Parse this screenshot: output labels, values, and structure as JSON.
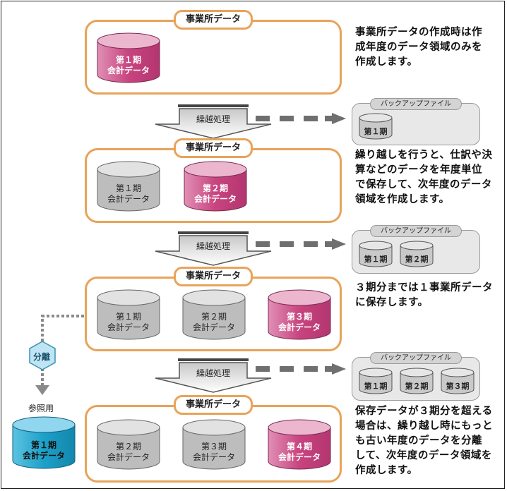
{
  "colors": {
    "box_border": "#e8a35a",
    "pink": "#c8447f",
    "gray": "#b9b9b9",
    "blue": "#1da0c8",
    "backup_bg": "#e8e8e8"
  },
  "stages": [
    {
      "title": "事業所データ",
      "dbs": [
        {
          "l1": "第１期",
          "l2": "会計データ",
          "color": "pink"
        }
      ],
      "desc": [
        "事業所データの作成時は作",
        "成年度のデータ領域のみを",
        "作成します。"
      ]
    },
    {
      "title": "事業所データ",
      "dbs": [
        {
          "l1": "第１期",
          "l2": "会計データ",
          "color": "gray"
        },
        {
          "l1": "第２期",
          "l2": "会計データ",
          "color": "pink"
        }
      ],
      "desc": [
        "繰り越しを行うと、仕訳や決",
        "算などのデータを年度単位",
        "で保存して、次年度のデータ",
        "領域を作成します。"
      ]
    },
    {
      "title": "事業所データ",
      "dbs": [
        {
          "l1": "第１期",
          "l2": "会計データ",
          "color": "gray"
        },
        {
          "l1": "第２期",
          "l2": "会計データ",
          "color": "gray"
        },
        {
          "l1": "第３期",
          "l2": "会計データ",
          "color": "pink"
        }
      ],
      "desc": [
        "３期分までは１事業所データ",
        "に保存します。"
      ]
    },
    {
      "title": "事業所データ",
      "dbs": [
        {
          "l1": "第２期",
          "l2": "会計データ",
          "color": "gray"
        },
        {
          "l1": "第３期",
          "l2": "会計データ",
          "color": "gray"
        },
        {
          "l1": "第４期",
          "l2": "会計データ",
          "color": "pink"
        }
      ],
      "desc": [
        "保存データが３期分を超える",
        "場合は、繰り越し時にもっと",
        "も古い年度のデータを分離",
        "して、次年度のデータ領域を",
        "作成します。"
      ]
    }
  ],
  "carryover": [
    {
      "label": "繰越処理"
    },
    {
      "label": "繰越処理"
    },
    {
      "label": "繰越処理"
    }
  ],
  "backups": [
    {
      "title": "バックアップファイル",
      "items": [
        "第１期"
      ]
    },
    {
      "title": "バックアップファイル",
      "items": [
        "第１期",
        "第２期"
      ]
    },
    {
      "title": "バックアップファイル",
      "items": [
        "第１期",
        "第２期",
        "第３期"
      ]
    }
  ],
  "separated": {
    "action": "分離",
    "purpose": "参照用",
    "l1": "第１期",
    "l2": "会計データ",
    "color": "blue"
  }
}
